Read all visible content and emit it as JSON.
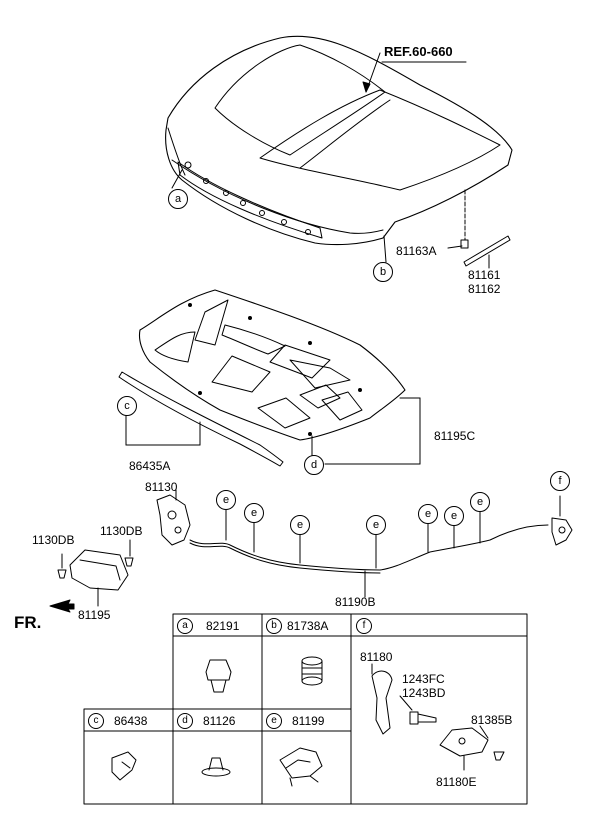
{
  "ref_label": "REF.60-660",
  "part_numbers": {
    "p81163A": "81163A",
    "p81161": "81161",
    "p81162": "81162",
    "p81195C": "81195C",
    "p86435A": "86435A",
    "p81130": "81130",
    "p1130DB_left": "1130DB",
    "p1130DB_mid": "1130DB",
    "p81195": "81195",
    "p81190B": "81190B"
  },
  "callouts": {
    "a": "a",
    "b": "b",
    "c": "c",
    "d": "d",
    "e": "e",
    "f": "f"
  },
  "direction_label": "FR.",
  "legend": {
    "cells": [
      {
        "letter": "a",
        "part": "82191"
      },
      {
        "letter": "b",
        "part": "81738A"
      },
      {
        "letter": "f",
        "part": ""
      },
      {
        "letter": "c",
        "part": "86438"
      },
      {
        "letter": "d",
        "part": "81126"
      },
      {
        "letter": "e",
        "part": "81199"
      }
    ],
    "f_parts": {
      "p81180": "81180",
      "p1243FC": "1243FC",
      "p1243BD": "1243BD",
      "p81385B": "81385B",
      "p81180E": "81180E"
    }
  }
}
